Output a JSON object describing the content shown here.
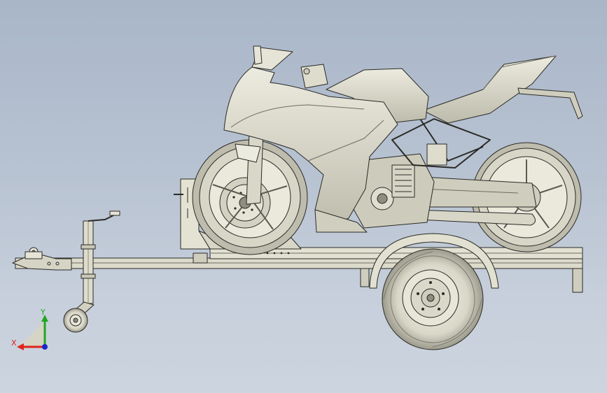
{
  "viewport": {
    "background_top": "#a9b6c8",
    "background_bottom": "#ccd4df"
  },
  "model": {
    "subject": "motorcycle-on-trailer",
    "shade_light": "#e6e4d6",
    "shade_mid": "#cfcdbd",
    "shade_dark": "#8f8d80",
    "edge_color": "#2a2a26"
  },
  "triad": {
    "x_label": "X",
    "y_label": "Y",
    "x_color": "#e0241b",
    "y_color": "#1fa81f",
    "z_color": "#1a28c8"
  }
}
